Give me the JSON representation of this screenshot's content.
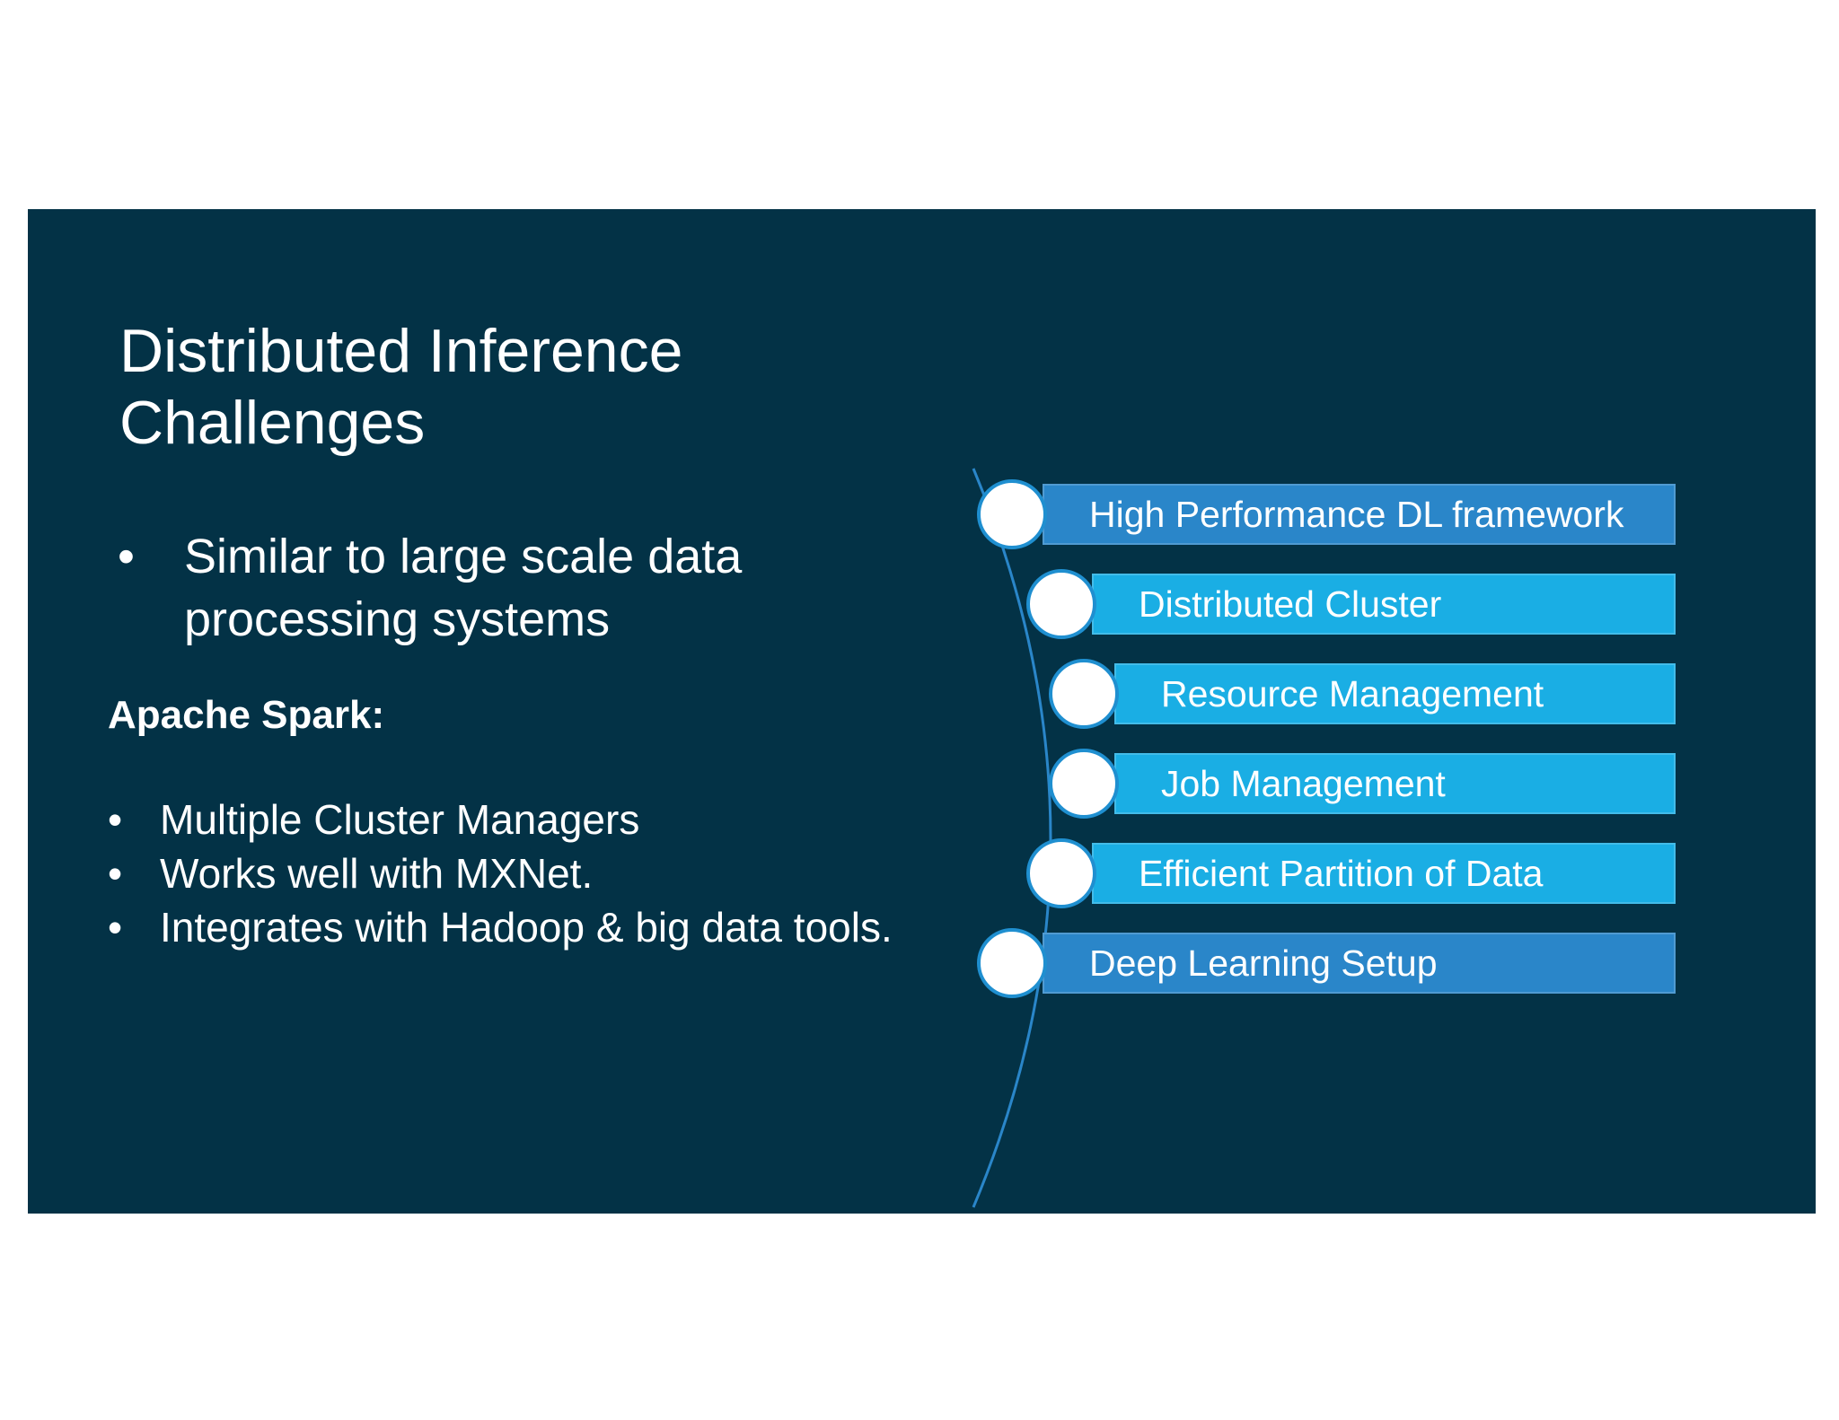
{
  "slide": {
    "title_line1": "Distributed Inference",
    "title_line2": "Challenges",
    "bullet_main": "Similar to large scale data processing systems",
    "subhead": "Apache Spark:",
    "spark_points": [
      "Multiple Cluster Managers",
      "Works well with MXNet.",
      "Integrates with Hadoop & big data tools."
    ],
    "bullet_glyph": "•"
  },
  "steps": [
    {
      "label": "High Performance DL framework",
      "color": "#2a86c9"
    },
    {
      "label": "Distributed Cluster",
      "color": "#1aaee4"
    },
    {
      "label": "Resource Management",
      "color": "#1aaee4"
    },
    {
      "label": "Job Management",
      "color": "#1aaee4"
    },
    {
      "label": "Efficient Partition of Data",
      "color": "#1aaee4"
    },
    {
      "label": "Deep Learning Setup",
      "color": "#2a86c9"
    }
  ],
  "colors": {
    "background": "#033246",
    "arc": "#2a86c9",
    "circle_border": "#1f8fd0"
  }
}
